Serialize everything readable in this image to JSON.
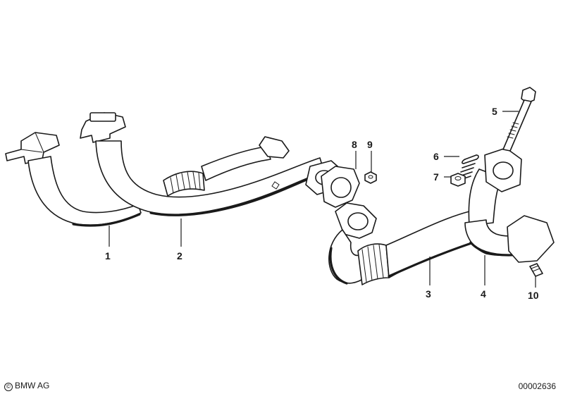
{
  "callouts": [
    {
      "id": "1",
      "label": "1"
    },
    {
      "id": "2",
      "label": "2"
    },
    {
      "id": "3",
      "label": "3"
    },
    {
      "id": "4",
      "label": "4"
    },
    {
      "id": "5",
      "label": "5"
    },
    {
      "id": "6",
      "label": "6"
    },
    {
      "id": "7",
      "label": "7"
    },
    {
      "id": "8",
      "label": "8"
    },
    {
      "id": "9",
      "label": "9"
    },
    {
      "id": "10",
      "label": "10"
    }
  ],
  "footer": {
    "copyright_symbol": "©",
    "copyright": "BMW AG",
    "document_number": "00002636"
  },
  "colors": {
    "line": "#1a1a1a",
    "background": "#ffffff"
  }
}
